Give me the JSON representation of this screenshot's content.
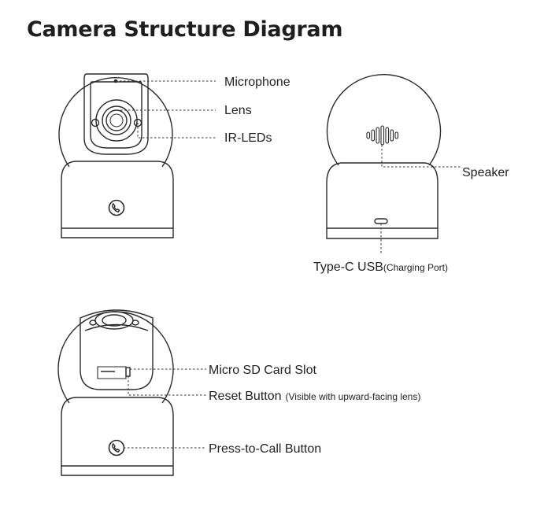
{
  "title": "Camera Structure Diagram",
  "front_view": {
    "labels": {
      "microphone": "Microphone",
      "lens": "Lens",
      "ir_leds": "IR-LEDs"
    }
  },
  "back_view": {
    "labels": {
      "speaker": "Speaker",
      "usb_main": "Type-C USB",
      "usb_note": "(Charging Port)"
    }
  },
  "tilted_view": {
    "labels": {
      "sd_slot": "Micro SD Card Slot",
      "reset_main": "Reset Button",
      "reset_note": "(Visible with upward-facing lens)",
      "call_button": "Press-to-Call Button"
    }
  },
  "colors": {
    "line": "#2a2a2a",
    "text": "#222222"
  }
}
